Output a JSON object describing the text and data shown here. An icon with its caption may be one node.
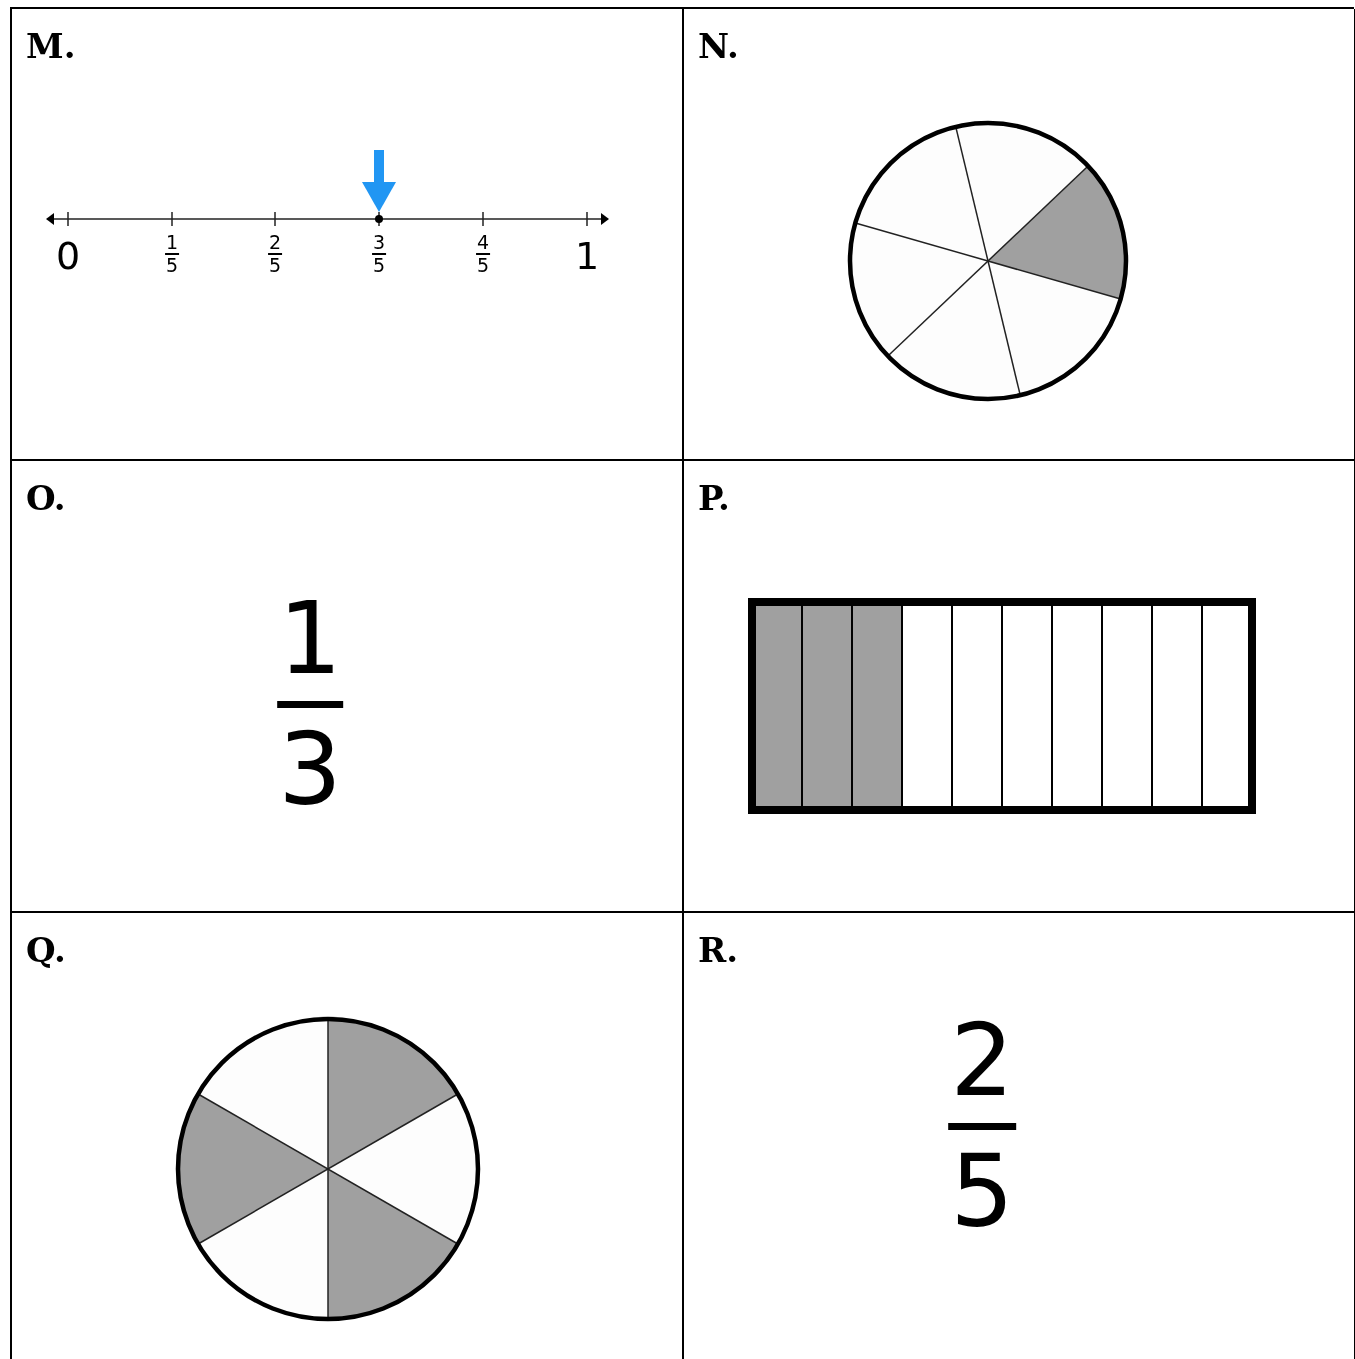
{
  "diagram": {
    "nodes": [
      {
        "text": [
          "M."
        ]
      },
      {
        "text": [
          "N."
        ]
      },
      {
        "text": [
          "O."
        ]
      },
      {
        "text": [
          "P."
        ]
      },
      {
        "text": [
          "Q."
        ]
      },
      {
        "text": [
          "R."
        ]
      }
    ],
    "edges": [],
    "labels": [
      "0",
      "1",
      "5",
      "2",
      "5",
      "3",
      "5",
      "4",
      "5",
      "1",
      "1",
      "3",
      "2",
      "5"
    ]
  }
}
